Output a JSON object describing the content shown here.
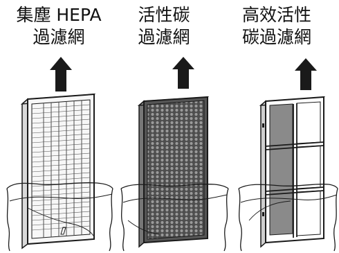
{
  "filters": [
    {
      "label_line1": "集塵 HEPA",
      "label_line2": "過濾網",
      "type": "hepa"
    },
    {
      "label_line1": "活性碳",
      "label_line2": "過濾網",
      "type": "carbon"
    },
    {
      "label_line1": "高效活性",
      "label_line2": "碳過濾網",
      "type": "frame"
    }
  ],
  "colors": {
    "line": "#1a1a1a",
    "arrow": "#1a1a1a",
    "carbon_fill": "#555555",
    "frame_panel": "#8a8a8a",
    "hepa_fill": "#f4f4f4"
  },
  "icons": [
    "up-arrow-icon",
    "up-arrow-icon",
    "up-arrow-icon"
  ]
}
